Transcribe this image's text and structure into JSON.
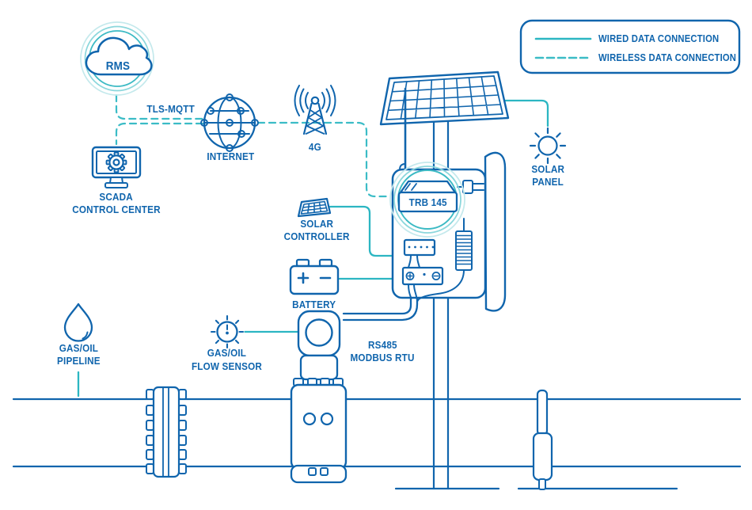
{
  "colors": {
    "line_blue": "#1065ad",
    "teal": "#2cb6c2",
    "teal_dash": "#3bbcc6",
    "ring_outer": "#c4e9ec",
    "ring_mid": "#8bd7dc",
    "ring_inner": "#3cbac4"
  },
  "legend": {
    "wired": "WIRED DATA CONNECTION",
    "wireless": "WIRELESS DATA CONNECTION"
  },
  "nodes": {
    "rms": {
      "label": "RMS"
    },
    "tls": {
      "label": "TLS-MQTT"
    },
    "scada": {
      "line1": "SCADA",
      "line2": "CONTROL CENTER"
    },
    "internet": {
      "label": "INTERNET"
    },
    "cellular": {
      "label": "4G"
    },
    "solar_panel": {
      "line1": "SOLAR",
      "line2": "PANEL"
    },
    "trb": {
      "label": "TRB 145"
    },
    "solar_controller": {
      "line1": "SOLAR",
      "line2": "CONTROLLER"
    },
    "battery": {
      "label": "BATTERY"
    },
    "rs485": {
      "line1": "RS485",
      "line2": "MODBUS RTU"
    },
    "pipeline": {
      "line1": "GAS/OIL",
      "line2": "PIPELINE"
    },
    "flow_sensor": {
      "line1": "GAS/OIL",
      "line2": "FLOW SENSOR"
    }
  }
}
